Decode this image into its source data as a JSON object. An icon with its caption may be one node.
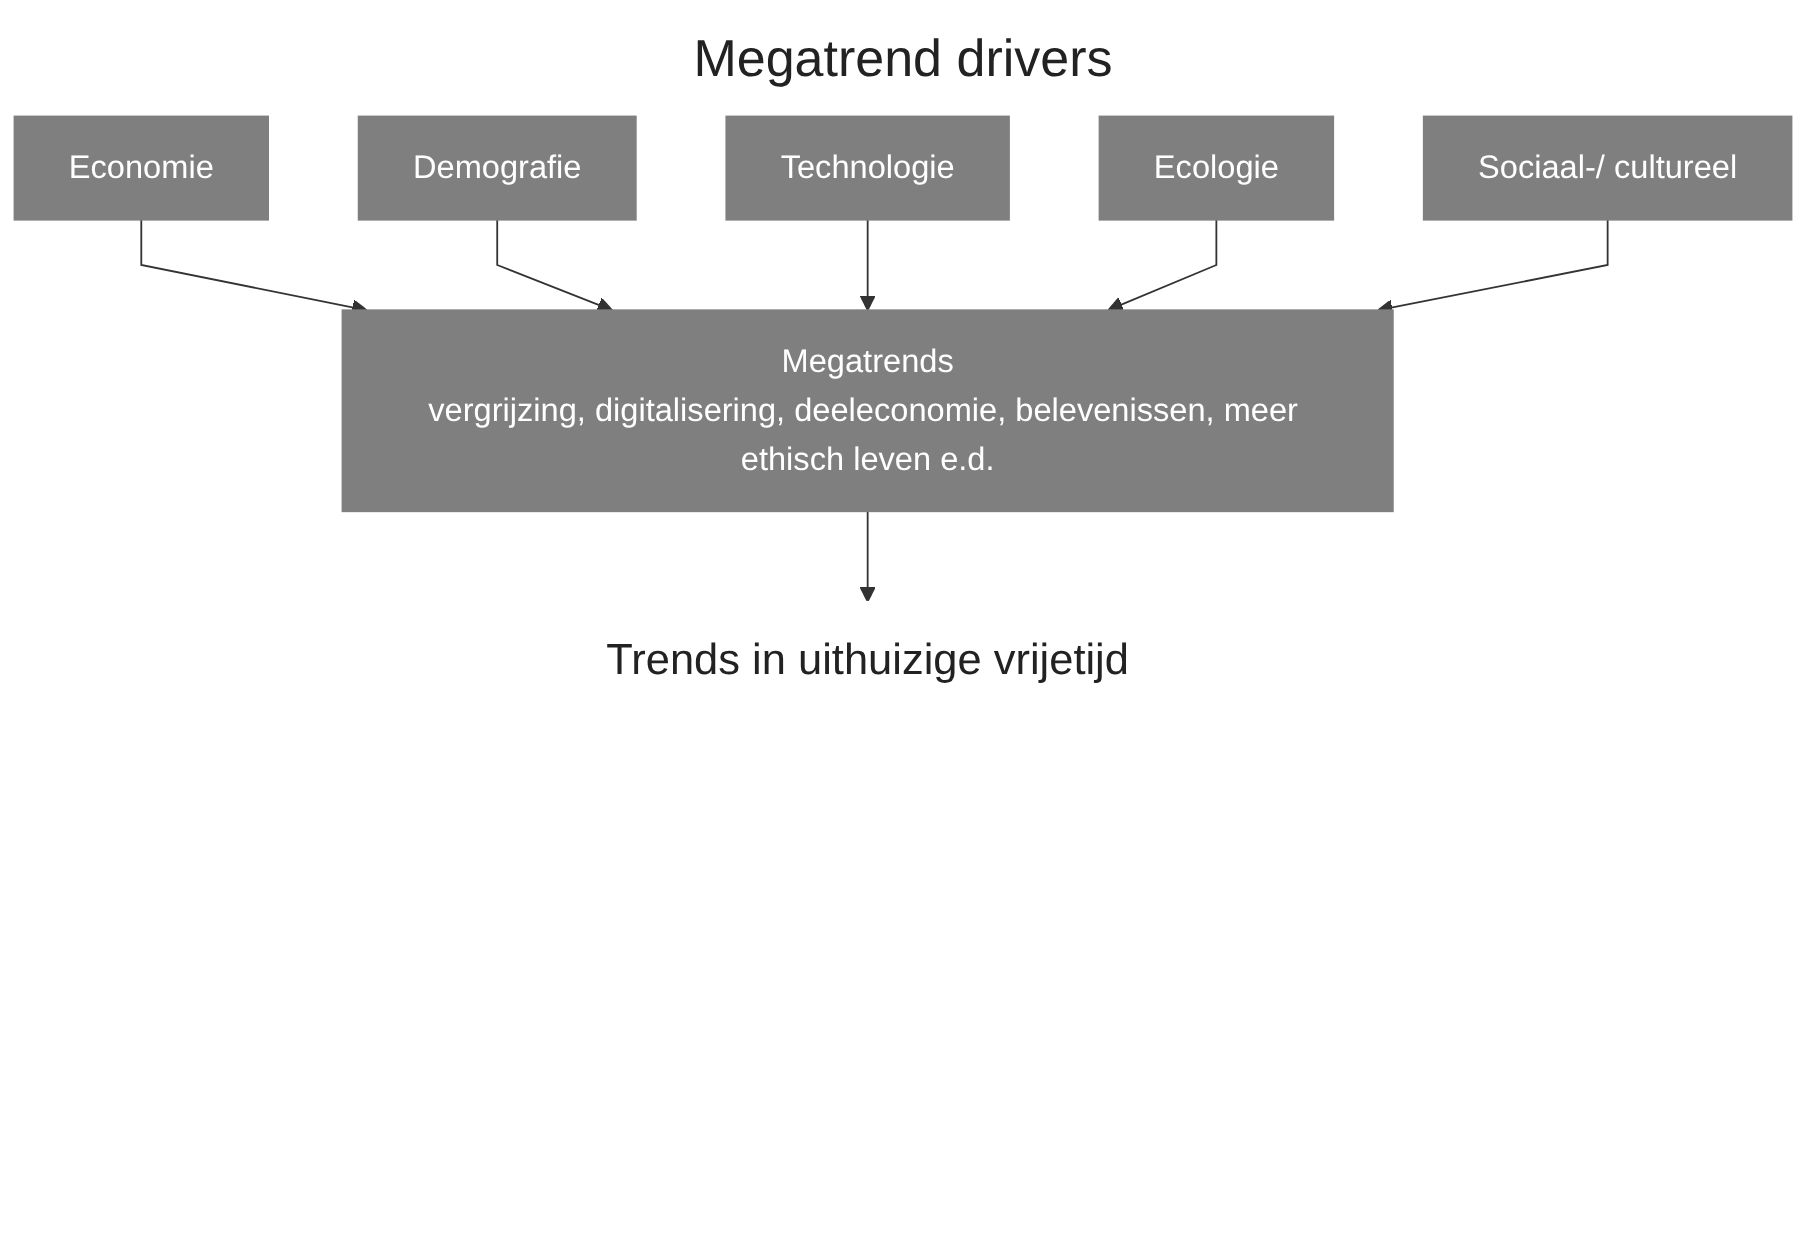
{
  "diagram": {
    "title": "Megatrend drivers",
    "nodes": [
      {
        "text": [
          "Economie"
        ]
      },
      {
        "text": [
          "Demografie"
        ]
      },
      {
        "text": [
          "Technologie"
        ]
      },
      {
        "text": [
          "Ecologie"
        ]
      },
      {
        "text": [
          "Sociaal-/ cultureel"
        ]
      },
      {
        "text": [
          "Megatrends",
          "vergrijzing, digitalisering, deeleconomie, belevenissen, meer ethisch leven e.d."
        ]
      },
      {
        "text": [
          "Trends in uithuizige vrijetijd"
        ]
      }
    ],
    "edges": [
      {
        "from": 0,
        "to": 5,
        "arrow": "to"
      },
      {
        "from": 1,
        "to": 5,
        "arrow": "to"
      },
      {
        "from": 2,
        "to": 5,
        "arrow": "to"
      },
      {
        "from": 3,
        "to": 5,
        "arrow": "to"
      },
      {
        "from": 4,
        "to": 5,
        "arrow": "to"
      },
      {
        "from": 5,
        "to": 6,
        "arrow": "to"
      }
    ]
  }
}
